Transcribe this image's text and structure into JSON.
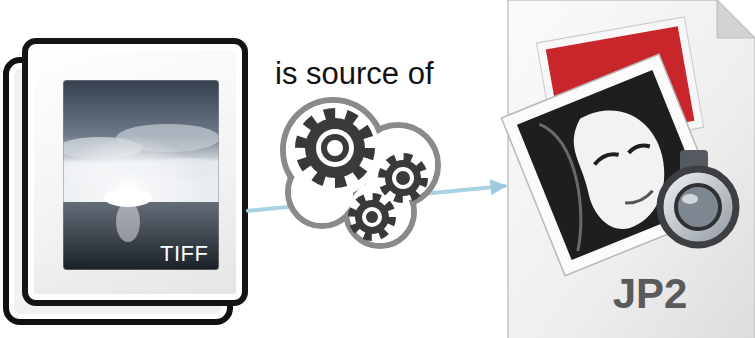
{
  "diagram": {
    "nodes": [
      {
        "text": [
          "TIFF"
        ]
      },
      {
        "text": [
          "JP2"
        ]
      }
    ],
    "edges": [
      {
        "from": 0,
        "to": 1,
        "arrow": "to",
        "label": "is source of"
      }
    ]
  }
}
